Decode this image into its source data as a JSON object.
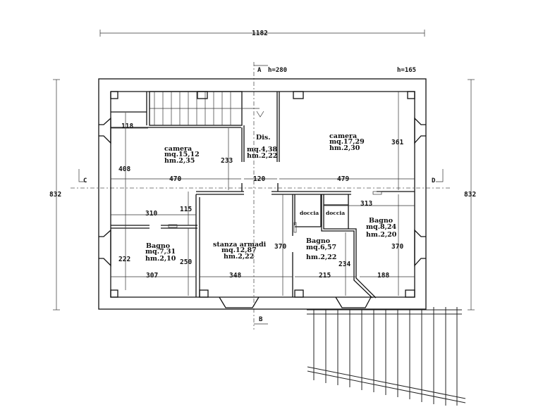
{
  "overall": {
    "width": "1182",
    "depth_left": "832",
    "depth_right": "832"
  },
  "section_marks": {
    "a": "A",
    "b": "B",
    "c": "C",
    "d": "D"
  },
  "heights": {
    "h1": "h=280",
    "h2": "h=165"
  },
  "rooms": {
    "camera_left": {
      "name": "camera",
      "area": "mq.15,12",
      "height": "hm.2,35"
    },
    "dis": {
      "name": "Dis.",
      "area": "mq.4,38",
      "height": "hm.2,22"
    },
    "camera_right": {
      "name": "camera",
      "area": "mq.17,29",
      "height": "hm.2,30"
    },
    "bagno_left": {
      "name": "Bagno",
      "area": "mq.7,31",
      "height": "hm.2,10"
    },
    "stanza_armadi": {
      "name": "stanza armadi",
      "area": "mq.12,87",
      "height": "hm.2,22"
    },
    "bagno_mid": {
      "name": "Bagno",
      "area": "mq.6,57",
      "height": "hm.2,22"
    },
    "bagno_right": {
      "name": "Bagno",
      "area": "mq.8,24",
      "height": "hm.2,20"
    },
    "doccia1": {
      "name": "doccia"
    },
    "doccia2": {
      "name": "doccia"
    }
  },
  "dimensions": {
    "d118": "118",
    "d408": "408",
    "d233": "233",
    "d361": "361",
    "d470": "470",
    "d120": "120",
    "d479": "479",
    "d310": "310",
    "d115": "115",
    "d313": "313",
    "d222": "222",
    "d250": "250",
    "d370a": "370",
    "d370b": "370",
    "d234": "234",
    "d307": "307",
    "d348": "348",
    "d215": "215",
    "d188": "188"
  }
}
